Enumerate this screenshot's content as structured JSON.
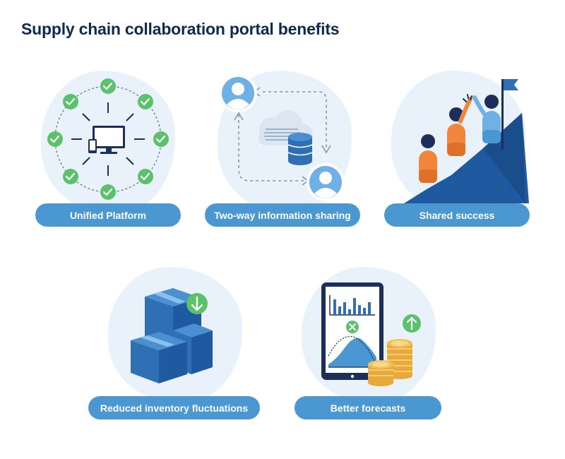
{
  "title": "Supply chain collaboration portal benefits",
  "benefits": [
    {
      "label": "Unified Platform",
      "icon": "unified-platform-icon"
    },
    {
      "label": "Two-way information sharing",
      "icon": "information-sharing-icon"
    },
    {
      "label": "Shared success",
      "icon": "shared-success-icon"
    },
    {
      "label": "Reduced inventory fluctuations",
      "icon": "inventory-boxes-icon"
    },
    {
      "label": "Better forecasts",
      "icon": "forecast-tablet-icon"
    }
  ],
  "colors": {
    "title": "#0d2a4f",
    "pill": "#4a97d1",
    "blob": "#e9f2fb",
    "check_green": "#5cc16b",
    "navy": "#1b2f5a",
    "blue": "#2f6fb3",
    "orange": "#f2873c",
    "gold": "#f2c15a"
  }
}
